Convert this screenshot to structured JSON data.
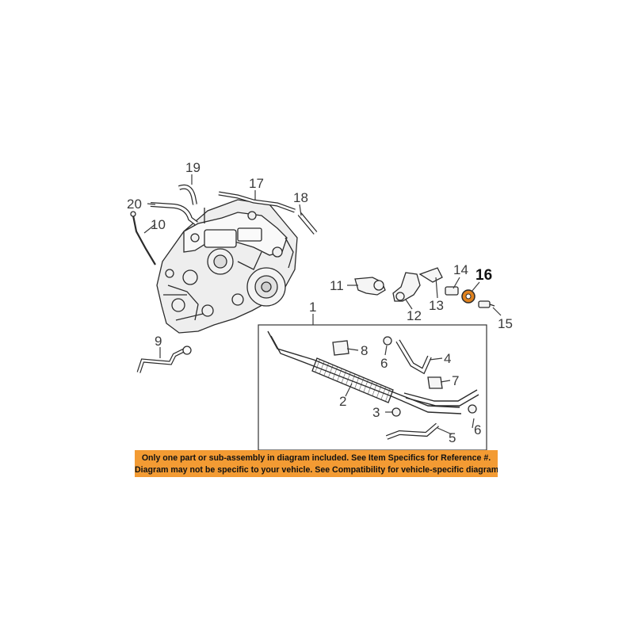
{
  "callouts": {
    "c1": "1",
    "c2": "2",
    "c3": "3",
    "c4": "4",
    "c5": "5",
    "c6a": "6",
    "c6b": "6",
    "c7": "7",
    "c8": "8",
    "c9": "9",
    "c10": "10",
    "c11": "11",
    "c12": "12",
    "c13": "13",
    "c14": "14",
    "c15": "15",
    "c16": "16",
    "c17": "17",
    "c18": "18",
    "c19": "19",
    "c20": "20"
  },
  "highlight_color": "#e0821e",
  "notice": {
    "line1": "Only one part or sub-assembly in diagram included. See Item Specifics for Reference #.",
    "line2": "Diagram may not be specific to your vehicle. See Compatibility for vehicle-specific diagrams.",
    "background": "#f39b33"
  }
}
